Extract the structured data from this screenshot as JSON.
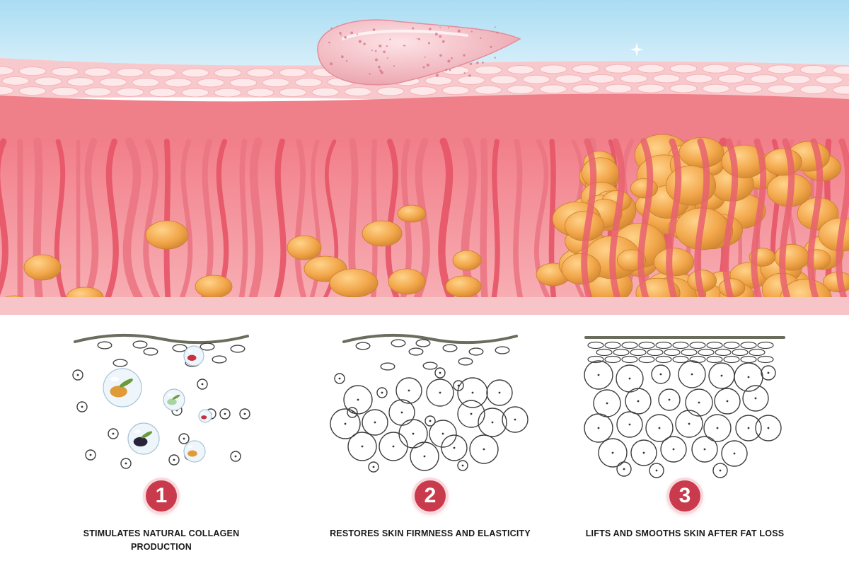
{
  "steps": [
    {
      "number": "1",
      "caption": "STIMULATES NATURAL COLLAGEN PRODUCTION"
    },
    {
      "number": "2",
      "caption": "RESTORES SKIN FIRMNESS AND ELASTICITY"
    },
    {
      "number": "3",
      "caption": "LIFTS AND SMOOTHS SKIN AFTER FAT LOSS"
    }
  ],
  "colors": {
    "sky": "#bfe6f7",
    "skin_surface": "#f6c2c6",
    "dermis": "#ef8b93",
    "fiber": "#e7606f",
    "fat_cell": "#f0a84a",
    "badge": "#c83a4c",
    "gel": "#f3b7bf"
  }
}
